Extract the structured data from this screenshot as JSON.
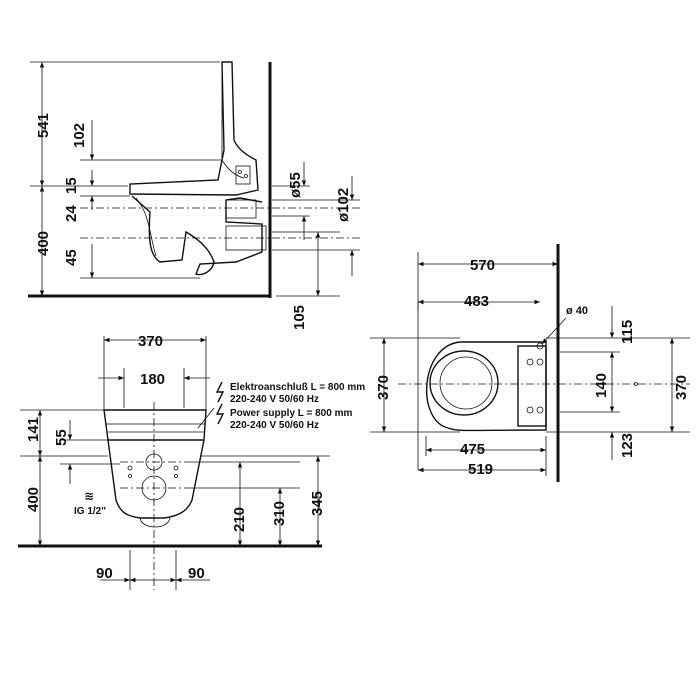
{
  "side_view": {
    "d541": "541",
    "d102": "102",
    "d15": "15",
    "d24": "24",
    "d400": "400",
    "d45": "45",
    "d55": "ø55",
    "d102b": "ø102",
    "d105": "105"
  },
  "front_view": {
    "d370": "370",
    "d180": "180",
    "d141": "141",
    "d55": "55",
    "d400": "400",
    "d210": "210",
    "d310": "310",
    "d345": "345",
    "d90a": "90",
    "d90b": "90",
    "ig": "IG 1/2\"",
    "power_de_1": "Elektroanschluß L = 800 mm",
    "power_de_2": "220-240 V  50/60 Hz",
    "power_en_1": "Power supply L = 800 mm",
    "power_en_2": "220-240 V  50/60 Hz"
  },
  "top_view": {
    "d570": "570",
    "d483": "483",
    "d40": "ø 40",
    "d115": "115",
    "d140": "140",
    "d123": "123",
    "d370a": "370",
    "d370b": "370",
    "d475": "475",
    "d519": "519"
  }
}
